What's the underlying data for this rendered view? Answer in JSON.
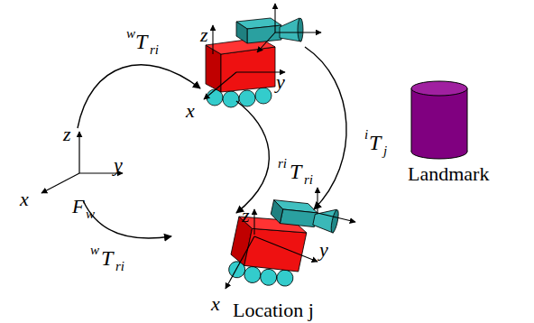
{
  "diagram": {
    "labels": [
      "w",
      "T",
      "ri",
      "z",
      "y",
      "x",
      "F",
      "w",
      "w",
      "T",
      "ri",
      "z",
      "y",
      "x",
      "ri",
      "T",
      "ri",
      "i",
      "T",
      "j",
      "Landmark",
      "z",
      "y",
      "x",
      "Location j"
    ]
  }
}
